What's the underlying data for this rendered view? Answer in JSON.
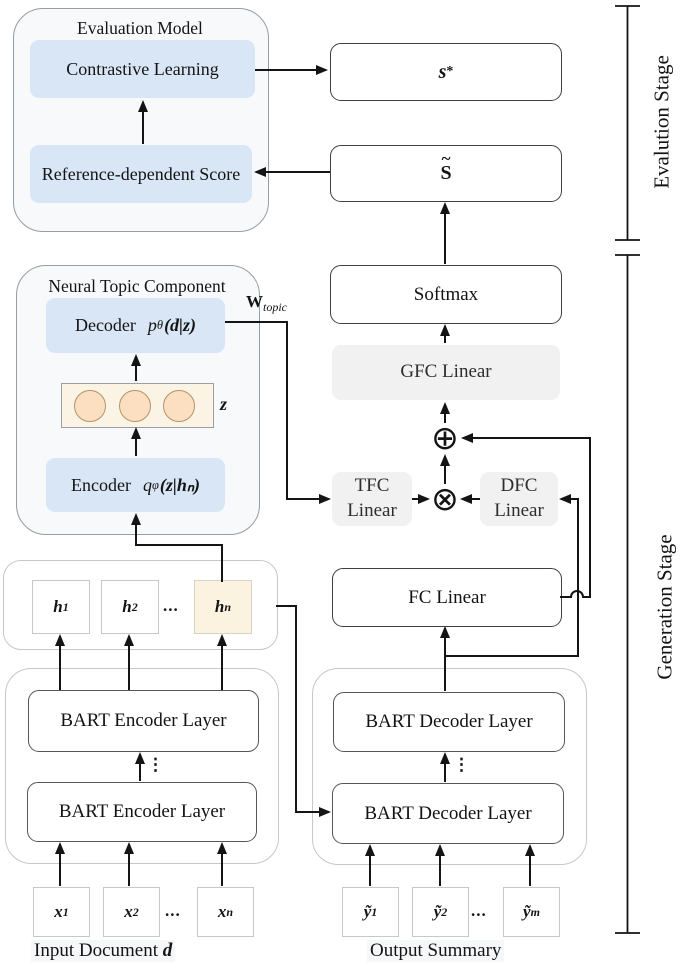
{
  "stages": {
    "evaluation": "Evalution Stage",
    "generation": "Generation Stage"
  },
  "evaluation_model": {
    "title": "Evaluation Model",
    "contrastive": "Contrastive Learning",
    "reference": "Reference-dependent Score"
  },
  "score_boxes": {
    "s_star_main": "s",
    "s_star_sup": "*",
    "s_tilde_main": "S",
    "s_tilde_accent": "~"
  },
  "topic_component": {
    "title": "Neural Topic Component",
    "decoder_label": "Decoder",
    "decoder_f_main": "p",
    "decoder_f_sub": "θ",
    "decoder_f_args": "(d|z)",
    "z_label": "z",
    "encoder_label": "Encoder",
    "encoder_f_main": "q",
    "encoder_f_sub": "φ",
    "encoder_f_args": "(z|hₙ)",
    "w_topic_main": "W",
    "w_topic_sub": "topic"
  },
  "generation_column": {
    "softmax": "Softmax",
    "gfc": "GFC Linear",
    "tfc_line1": "TFC",
    "tfc_line2": "Linear",
    "dfc_line1": "DFC",
    "dfc_line2": "Linear",
    "fc": "FC Linear",
    "sum_symbol": "⊕",
    "product_symbol": "⊗"
  },
  "bart": {
    "encoder_layer": "BART Encoder Layer",
    "decoder_layer": "BART Decoder Layer",
    "stack_dots": "⋮"
  },
  "tokens": {
    "h1_main": "h",
    "h1_sub": "1",
    "h2_main": "h",
    "h2_sub": "2",
    "h_dots": "...",
    "hn_main": "h",
    "hn_sub": "n",
    "x1_main": "x",
    "x1_sub": "1",
    "x2_main": "x",
    "x2_sub": "2",
    "x_dots": "...",
    "xn_main": "x",
    "xn_sub": "n",
    "y1_main": "ỹ",
    "y1_sub": "1",
    "y2_main": "ỹ",
    "y2_sub": "2",
    "y_dots": "...",
    "ym_main": "ỹ",
    "ym_sub": "m"
  },
  "captions": {
    "input_text": "Input Document",
    "input_var": "d",
    "output_text": "Output Summary"
  },
  "colors": {
    "blue_box": "#d9e6f5",
    "panel_bg": "#f7f9fa",
    "gray_box": "#f1f1f2",
    "cream_box": "#fbf2e0",
    "z_strip_bg": "#fbf4e4",
    "circle_fill": "#fbdfc0",
    "circle_border": "#b3926c",
    "line": "#141414"
  }
}
